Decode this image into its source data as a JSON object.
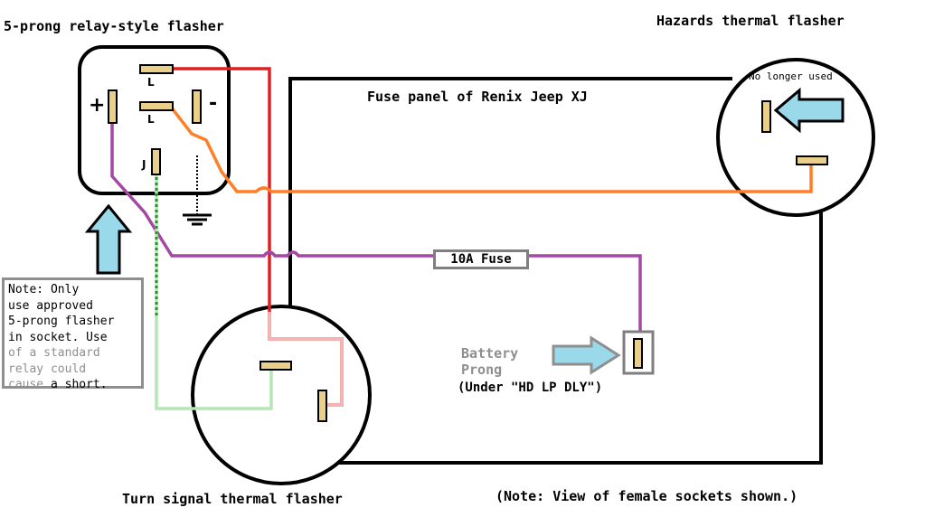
{
  "title_relay": "5-prong relay-style flasher",
  "title_hazards": "Hazards thermal flasher",
  "title_fuse_panel": "Fuse panel of Renix Jeep XJ",
  "title_turn_signal": "Turn signal thermal flasher",
  "footnote": "(Note: View of female sockets shown.)",
  "relay": {
    "plus": "+",
    "minus": "-",
    "pin_L_top": "L",
    "pin_L_mid": "L",
    "pin_J": "J"
  },
  "hazards_note": "No longer used",
  "fuse_label": "10A Fuse",
  "battery": {
    "line1": "Battery",
    "line2": "Prong",
    "line3": "(Under \"HD LP DLY\")"
  },
  "warning_note": {
    "lines": [
      "Note: Only",
      "use approved",
      "5-prong flasher",
      "in socket. Use"
    ],
    "grey_lines": [
      "of a standard",
      "relay could"
    ],
    "last_line_grey": "cause",
    "last_line_black": " a short."
  },
  "colors": {
    "red_wire": "#e02020",
    "orange_wire": "#ff7f27",
    "purple_wire": "#a349a4",
    "green_wire": "#b5e6b5",
    "arrow_fill": "#99d9ea",
    "prong_fill": "#e8d08a"
  }
}
